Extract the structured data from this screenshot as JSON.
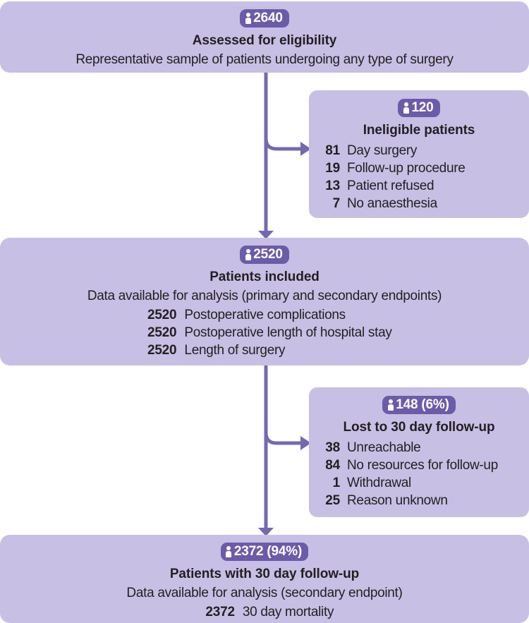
{
  "colors": {
    "box_fill": "#c7c0e4",
    "badge_fill": "#6a5ca8",
    "connector": "#7468b0",
    "text": "#231f20",
    "badge_text": "#ffffff",
    "background": "#ffffff"
  },
  "icons": {
    "person": "person-icon",
    "arrow": "arrow-head-icon"
  },
  "nodes": {
    "assessed": {
      "badge_count": "2640",
      "title": "Assessed for eligibility",
      "subtitle": "Representative sample of patients undergoing any type of surgery"
    },
    "ineligible": {
      "badge_count": "120",
      "title": "Ineligible patients",
      "items": [
        {
          "value": "81",
          "label": "Day surgery"
        },
        {
          "value": "19",
          "label": "Follow-up procedure"
        },
        {
          "value": "13",
          "label": "Patient refused"
        },
        {
          "value": "7",
          "label": "No anaesthesia"
        }
      ]
    },
    "included": {
      "badge_count": "2520",
      "title": "Patients included",
      "subtitle": "Data available for analysis (primary and secondary endpoints)",
      "items": [
        {
          "value": "2520",
          "label": "Postoperative complications"
        },
        {
          "value": "2520",
          "label": "Postoperative length of hospital stay"
        },
        {
          "value": "2520",
          "label": "Length of surgery"
        }
      ]
    },
    "lost": {
      "badge_count": "148 (6%)",
      "title": "Lost to 30 day follow-up",
      "items": [
        {
          "value": "38",
          "label": "Unreachable"
        },
        {
          "value": "84",
          "label": "No resources for follow-up"
        },
        {
          "value": "1",
          "label": "Withdrawal"
        },
        {
          "value": "25",
          "label": "Reason unknown"
        }
      ]
    },
    "followup": {
      "badge_count": "2372 (94%)",
      "title": "Patients with 30 day follow-up",
      "subtitle": "Data available for analysis (secondary endpoint)",
      "items": [
        {
          "value": "2372",
          "label": "30 day mortality"
        }
      ]
    }
  }
}
